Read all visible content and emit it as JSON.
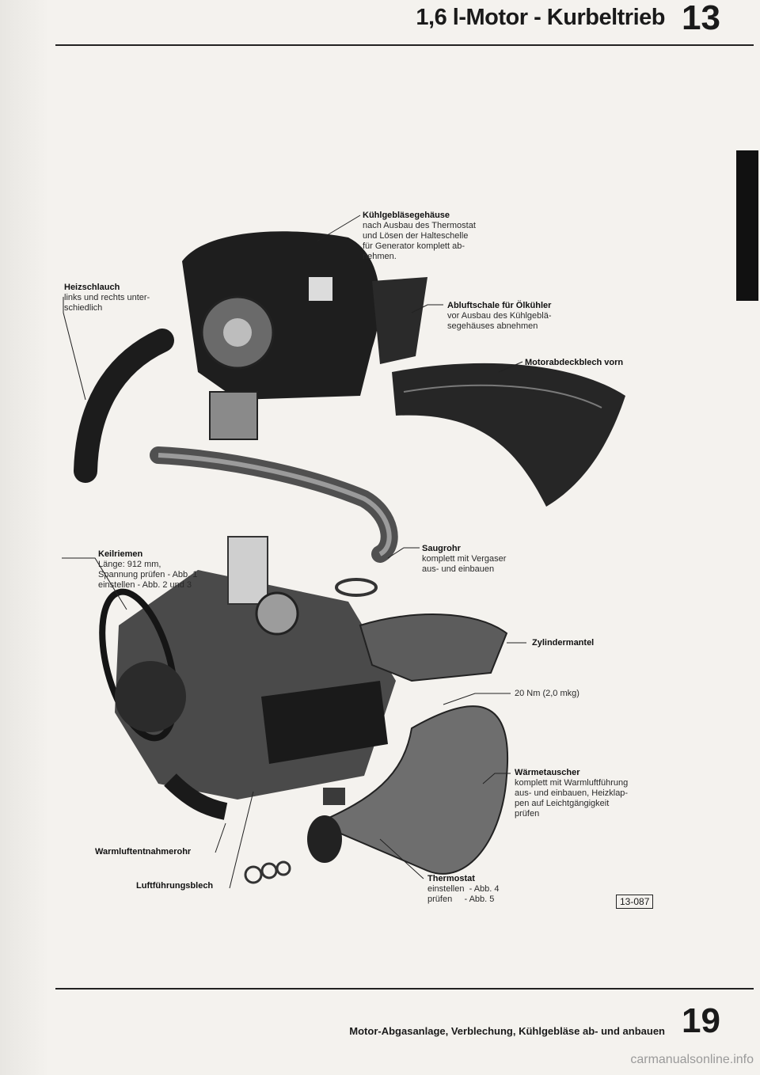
{
  "header": {
    "title": "1,6 l-Motor - Kurbeltrieb",
    "chapter": "13"
  },
  "labels": {
    "kuehlgeblaese": {
      "title": "Kühlgebläsegehäuse",
      "lines": [
        "nach Ausbau des Thermostat",
        "und Lösen der Halteschelle",
        "für Generator komplett ab-",
        "nehmen."
      ]
    },
    "heizschlauch": {
      "title": "Heizschlauch",
      "lines": [
        "links und rechts unter-",
        "schiedlich"
      ]
    },
    "abluftschale": {
      "title": "Abluftschale für Ölkühler",
      "lines": [
        "vor Ausbau des Kühlgeblä-",
        "segehäuses abnehmen"
      ]
    },
    "motorabdeckblech": {
      "title": "Motorabdeckblech vorn"
    },
    "keilriemen": {
      "title": "Keilriemen",
      "lines": [
        "Länge: 912 mm,",
        "Spannung prüfen - Abb. 1",
        "einstellen - Abb. 2 und 3"
      ]
    },
    "saugrohr": {
      "title": "Saugrohr",
      "lines": [
        "komplett mit Vergaser",
        "aus- und einbauen"
      ]
    },
    "zylindermantel": {
      "title": "Zylindermantel"
    },
    "torque": {
      "title": "20 Nm (2,0 mkg)"
    },
    "waermetauscher": {
      "title": "Wärmetauscher",
      "lines": [
        "komplett mit Warmluftführung",
        "aus- und einbauen, Heizklap-",
        "pen auf Leichtgängigkeit",
        "prüfen"
      ]
    },
    "warmluft": {
      "title": "Warmluftentnahmerohr"
    },
    "luftfuehrung": {
      "title": "Luftführungsblech"
    },
    "thermostat": {
      "title": "Thermostat",
      "lines": [
        "einstellen  - Abb. 4",
        "prüfen     - Abb. 5"
      ]
    }
  },
  "figure_ref": "13-087",
  "footer": {
    "text": "Motor-Abgasanlage, Verblechung, Kühlgebläse ab- und anbauen",
    "page": "19"
  },
  "watermark": "carmanualsonline.info"
}
